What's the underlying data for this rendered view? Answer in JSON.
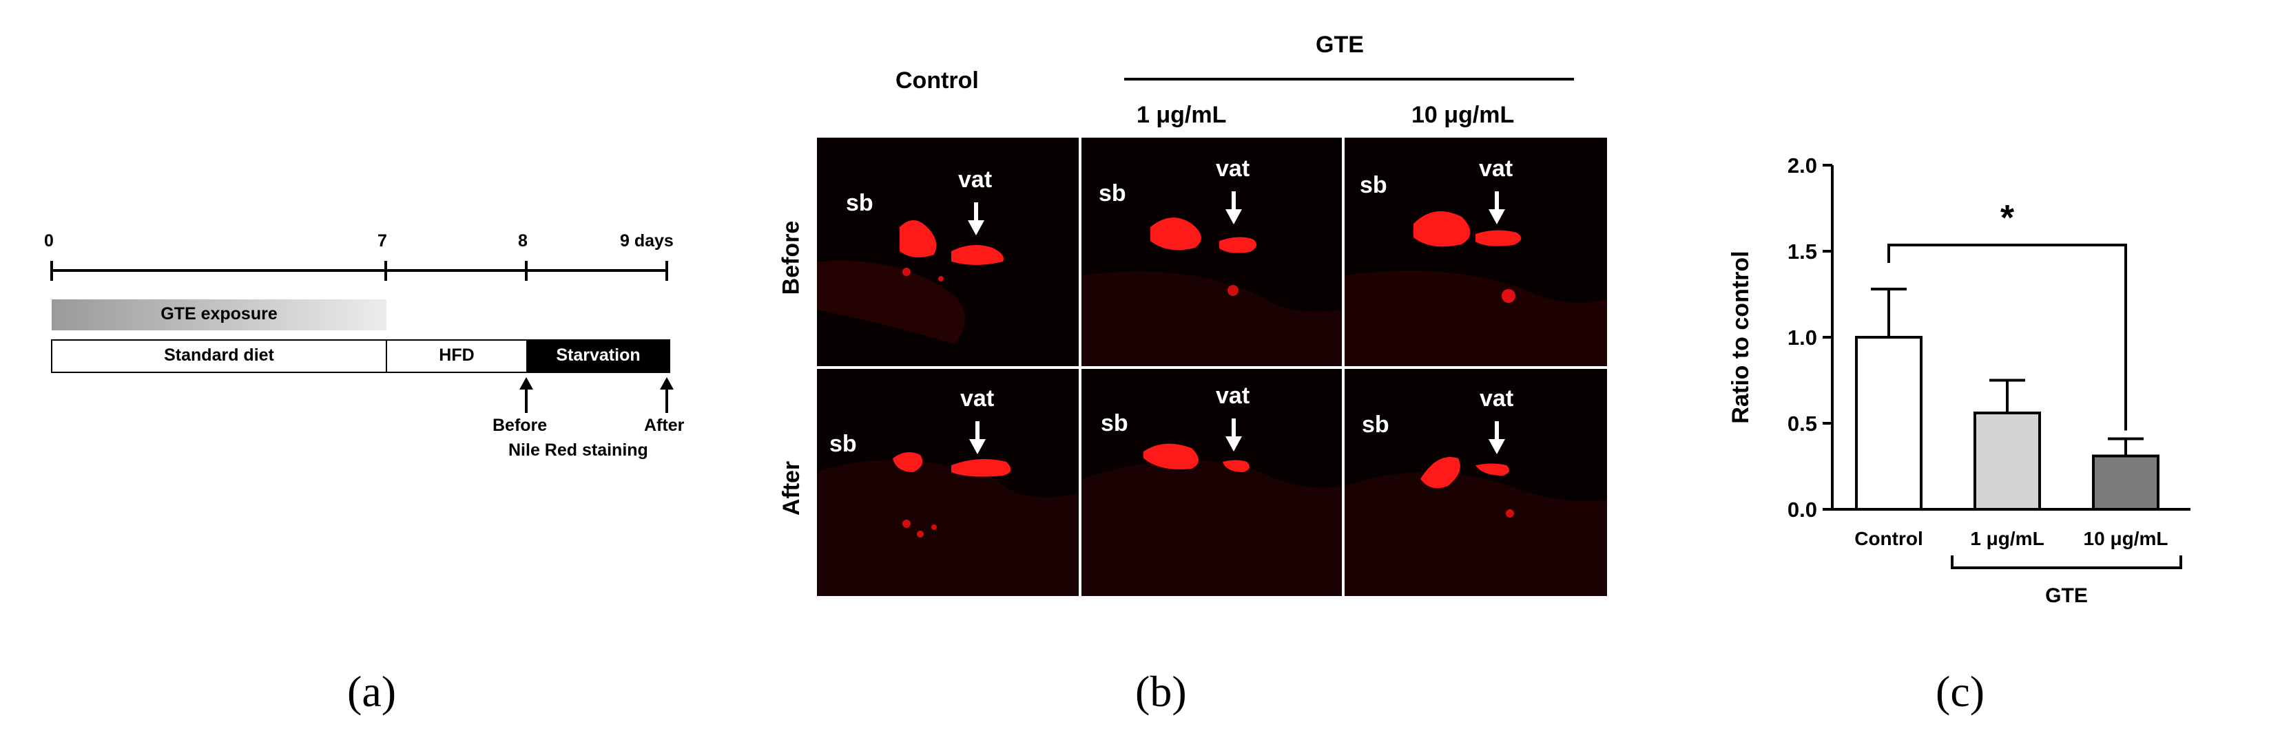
{
  "panels": {
    "a": "(a)",
    "b": "(b)",
    "c": "(c)"
  },
  "timeline": {
    "ticks": [
      "0",
      "7",
      "8",
      "9 days"
    ],
    "exposure_label": "GTE exposure",
    "phases": [
      "Standard diet",
      "HFD",
      "Starvation"
    ],
    "before_label": "Before",
    "after_label": "After",
    "staining_label": "Nile Red staining"
  },
  "images": {
    "group_header": "GTE",
    "columns": [
      "Control",
      "1 μg/mL",
      "10 μg/mL"
    ],
    "rows": [
      "Before",
      "After"
    ],
    "annotations": {
      "sb": "sb",
      "vat": "vat"
    },
    "colors": {
      "stain": "#ff1a1a",
      "background": "#060000"
    }
  },
  "chart_data": {
    "type": "bar",
    "categories": [
      "Control",
      "1 μg/mL",
      "10 μg/mL"
    ],
    "values": [
      1.0,
      0.56,
      0.31
    ],
    "errors": [
      0.28,
      0.19,
      0.1
    ],
    "ylabel": "Ratio to control",
    "ylim": [
      0,
      2.0
    ],
    "yticks": [
      "0.0",
      "0.5",
      "1.0",
      "1.5",
      "2.0"
    ],
    "bar_colors": [
      "#ffffff",
      "#d4d4d4",
      "#7c7c7c"
    ],
    "group_label": "GTE",
    "significance": "*"
  }
}
